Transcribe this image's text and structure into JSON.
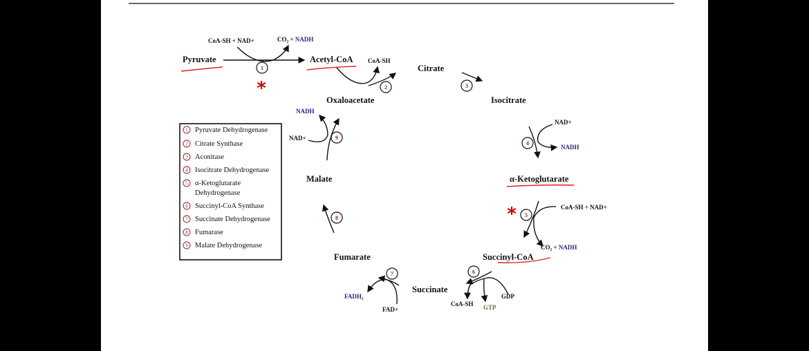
{
  "colors": {
    "nadh": "#23287f",
    "gtp": "#6f6a35",
    "highlight": "#d22222",
    "enzyme_number": "#8b1a1a",
    "slide": "#ffffff",
    "background": "#000000"
  },
  "cycle": {
    "pyruvate": "Pyruvate",
    "acetyl_coa": "Acetyl-CoA",
    "citrate": "Citrate",
    "isocitrate": "Isocitrate",
    "akg": "α-Ketoglutarate",
    "succinyl_coa": "Succinyl-CoA",
    "succinate": "Succinate",
    "fumarate": "Fumarate",
    "malate": "Malate",
    "oxaloacetate": "Oxaloacetate"
  },
  "cofactors": {
    "s1_in": "CoA-SH + NAD+",
    "s1_out": "CO₂ + NADH",
    "s2_out": "CoA-SH",
    "s4_in": "NAD+",
    "s4_out": "NADH",
    "s5_in": "CoA-SH + NAD+",
    "s5_out": "CO₂ + NADH",
    "s6_coa": "CoA-SH",
    "s6_gtp": "GTP",
    "s6_gdp": "GDP",
    "s7_fadh2": "FADH₂",
    "s7_fad": "FAD+",
    "s9_nadh": "NADH",
    "s9_nad": "NAD+"
  },
  "markers": {
    "asterisk": "*"
  },
  "steps": [
    "1",
    "2",
    "3",
    "4",
    "5",
    "6",
    "7",
    "8",
    "9"
  ],
  "legend": [
    {
      "n": "1",
      "label": "Pyruvate Dehydrogenase"
    },
    {
      "n": "2",
      "label": "Citrate Synthase"
    },
    {
      "n": "3",
      "label": "Aconitase"
    },
    {
      "n": "4",
      "label": "Isocitrate Dehydrogenase"
    },
    {
      "n": "5",
      "label": "α-Ketoglutarate",
      "label2": "Dehydrogenase"
    },
    {
      "n": "6",
      "label": "Succinyl-CoA Synthase"
    },
    {
      "n": "7",
      "label": "Succinate Dehydrogenase"
    },
    {
      "n": "8",
      "label": "Fumarase"
    },
    {
      "n": "9",
      "label": "Malate Dehydrogenase"
    }
  ]
}
